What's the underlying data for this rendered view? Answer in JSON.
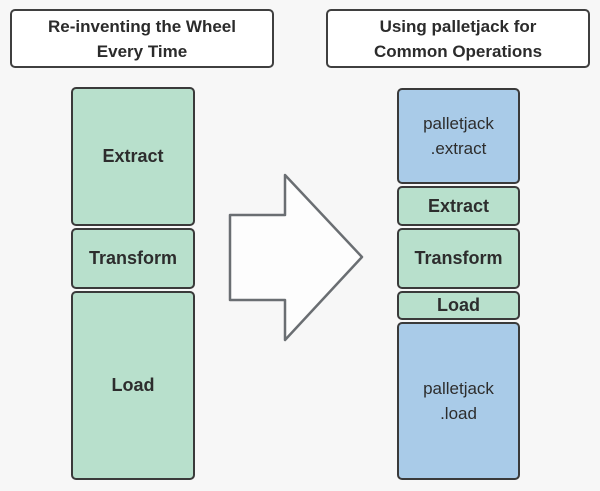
{
  "canvas": {
    "background": "#f7f7f7"
  },
  "colors": {
    "step_green": "#b8e0cc",
    "palletjack_blue": "#a9cbe8",
    "box_border": "#3a3a3a",
    "text": "#2d2d2d",
    "arrow_fill": "#fdfdfd",
    "arrow_stroke": "#6a6e72",
    "title_background": "#ffffff"
  },
  "left_panel": {
    "title": "Re-inventing the Wheel\nEvery Time",
    "boxes": [
      {
        "label": "Extract"
      },
      {
        "label": "Transform"
      },
      {
        "label": "Load"
      }
    ]
  },
  "right_panel": {
    "title": "Using palletjack for\nCommon Operations",
    "boxes": [
      {
        "label": "palletjack\n.extract"
      },
      {
        "label": "Extract"
      },
      {
        "label": "Transform"
      },
      {
        "label": "Load"
      },
      {
        "label": "palletjack\n.load"
      }
    ]
  },
  "arrow": {
    "direction": "right"
  }
}
